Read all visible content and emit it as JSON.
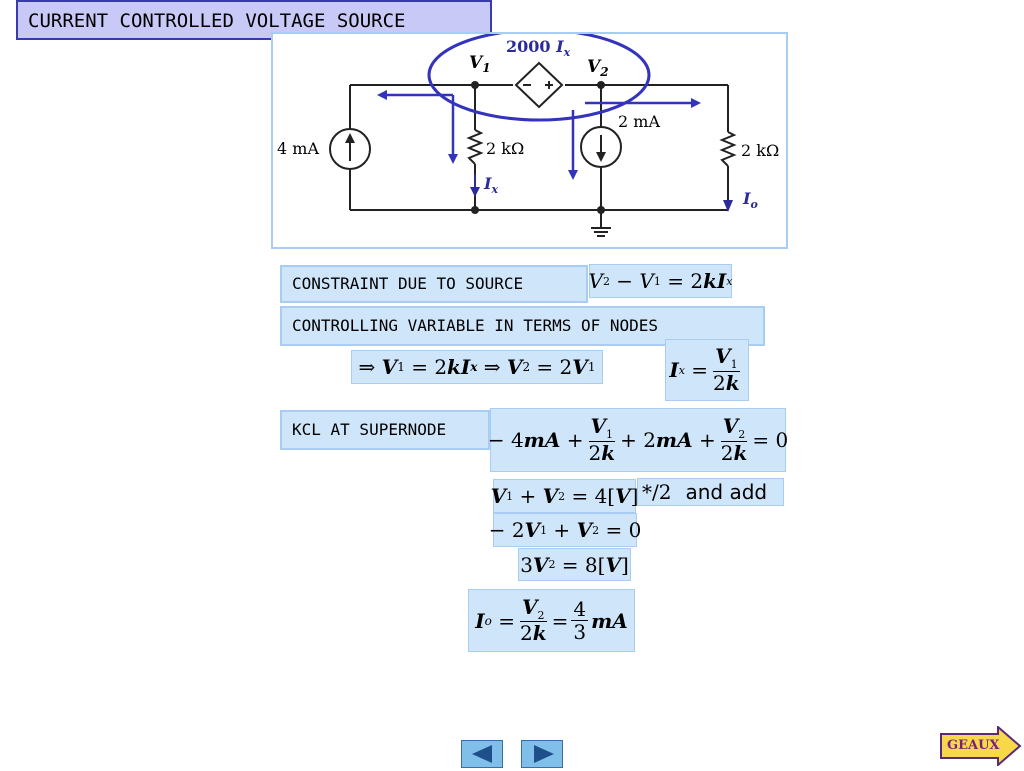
{
  "slide": {
    "title": "CURRENT CONTROLLED VOLTAGE SOURCE"
  },
  "circuit": {
    "source_label_coeff": "2000",
    "source_label_var": "I",
    "source_label_sub": "x",
    "node1": "V",
    "node1_sub": "1",
    "node2": "V",
    "node2_sub": "2",
    "left_source": "4 mA",
    "resistor1": "2 kΩ",
    "ix_label": "I",
    "ix_sub": "x",
    "mid_source": "2 mA",
    "resistor2": "2 kΩ",
    "io_label": "I",
    "io_sub": "o",
    "colors": {
      "wire": "#222222",
      "annotation": "#3333bb",
      "box_border": "#a9cdf2"
    }
  },
  "steps": {
    "constraint_label": "CONSTRAINT DUE TO SOURCE",
    "controlling_label": "CONTROLLING VARIABLE IN TERMS OF NODES",
    "kcl_label": "KCL AT SUPERNODE",
    "multiply_note": "*/2",
    "and_add": "and add"
  },
  "nav": {
    "geaux_label": "GEAUX",
    "prev_icon": "triangle-left-icon",
    "next_icon": "triangle-right-icon"
  }
}
